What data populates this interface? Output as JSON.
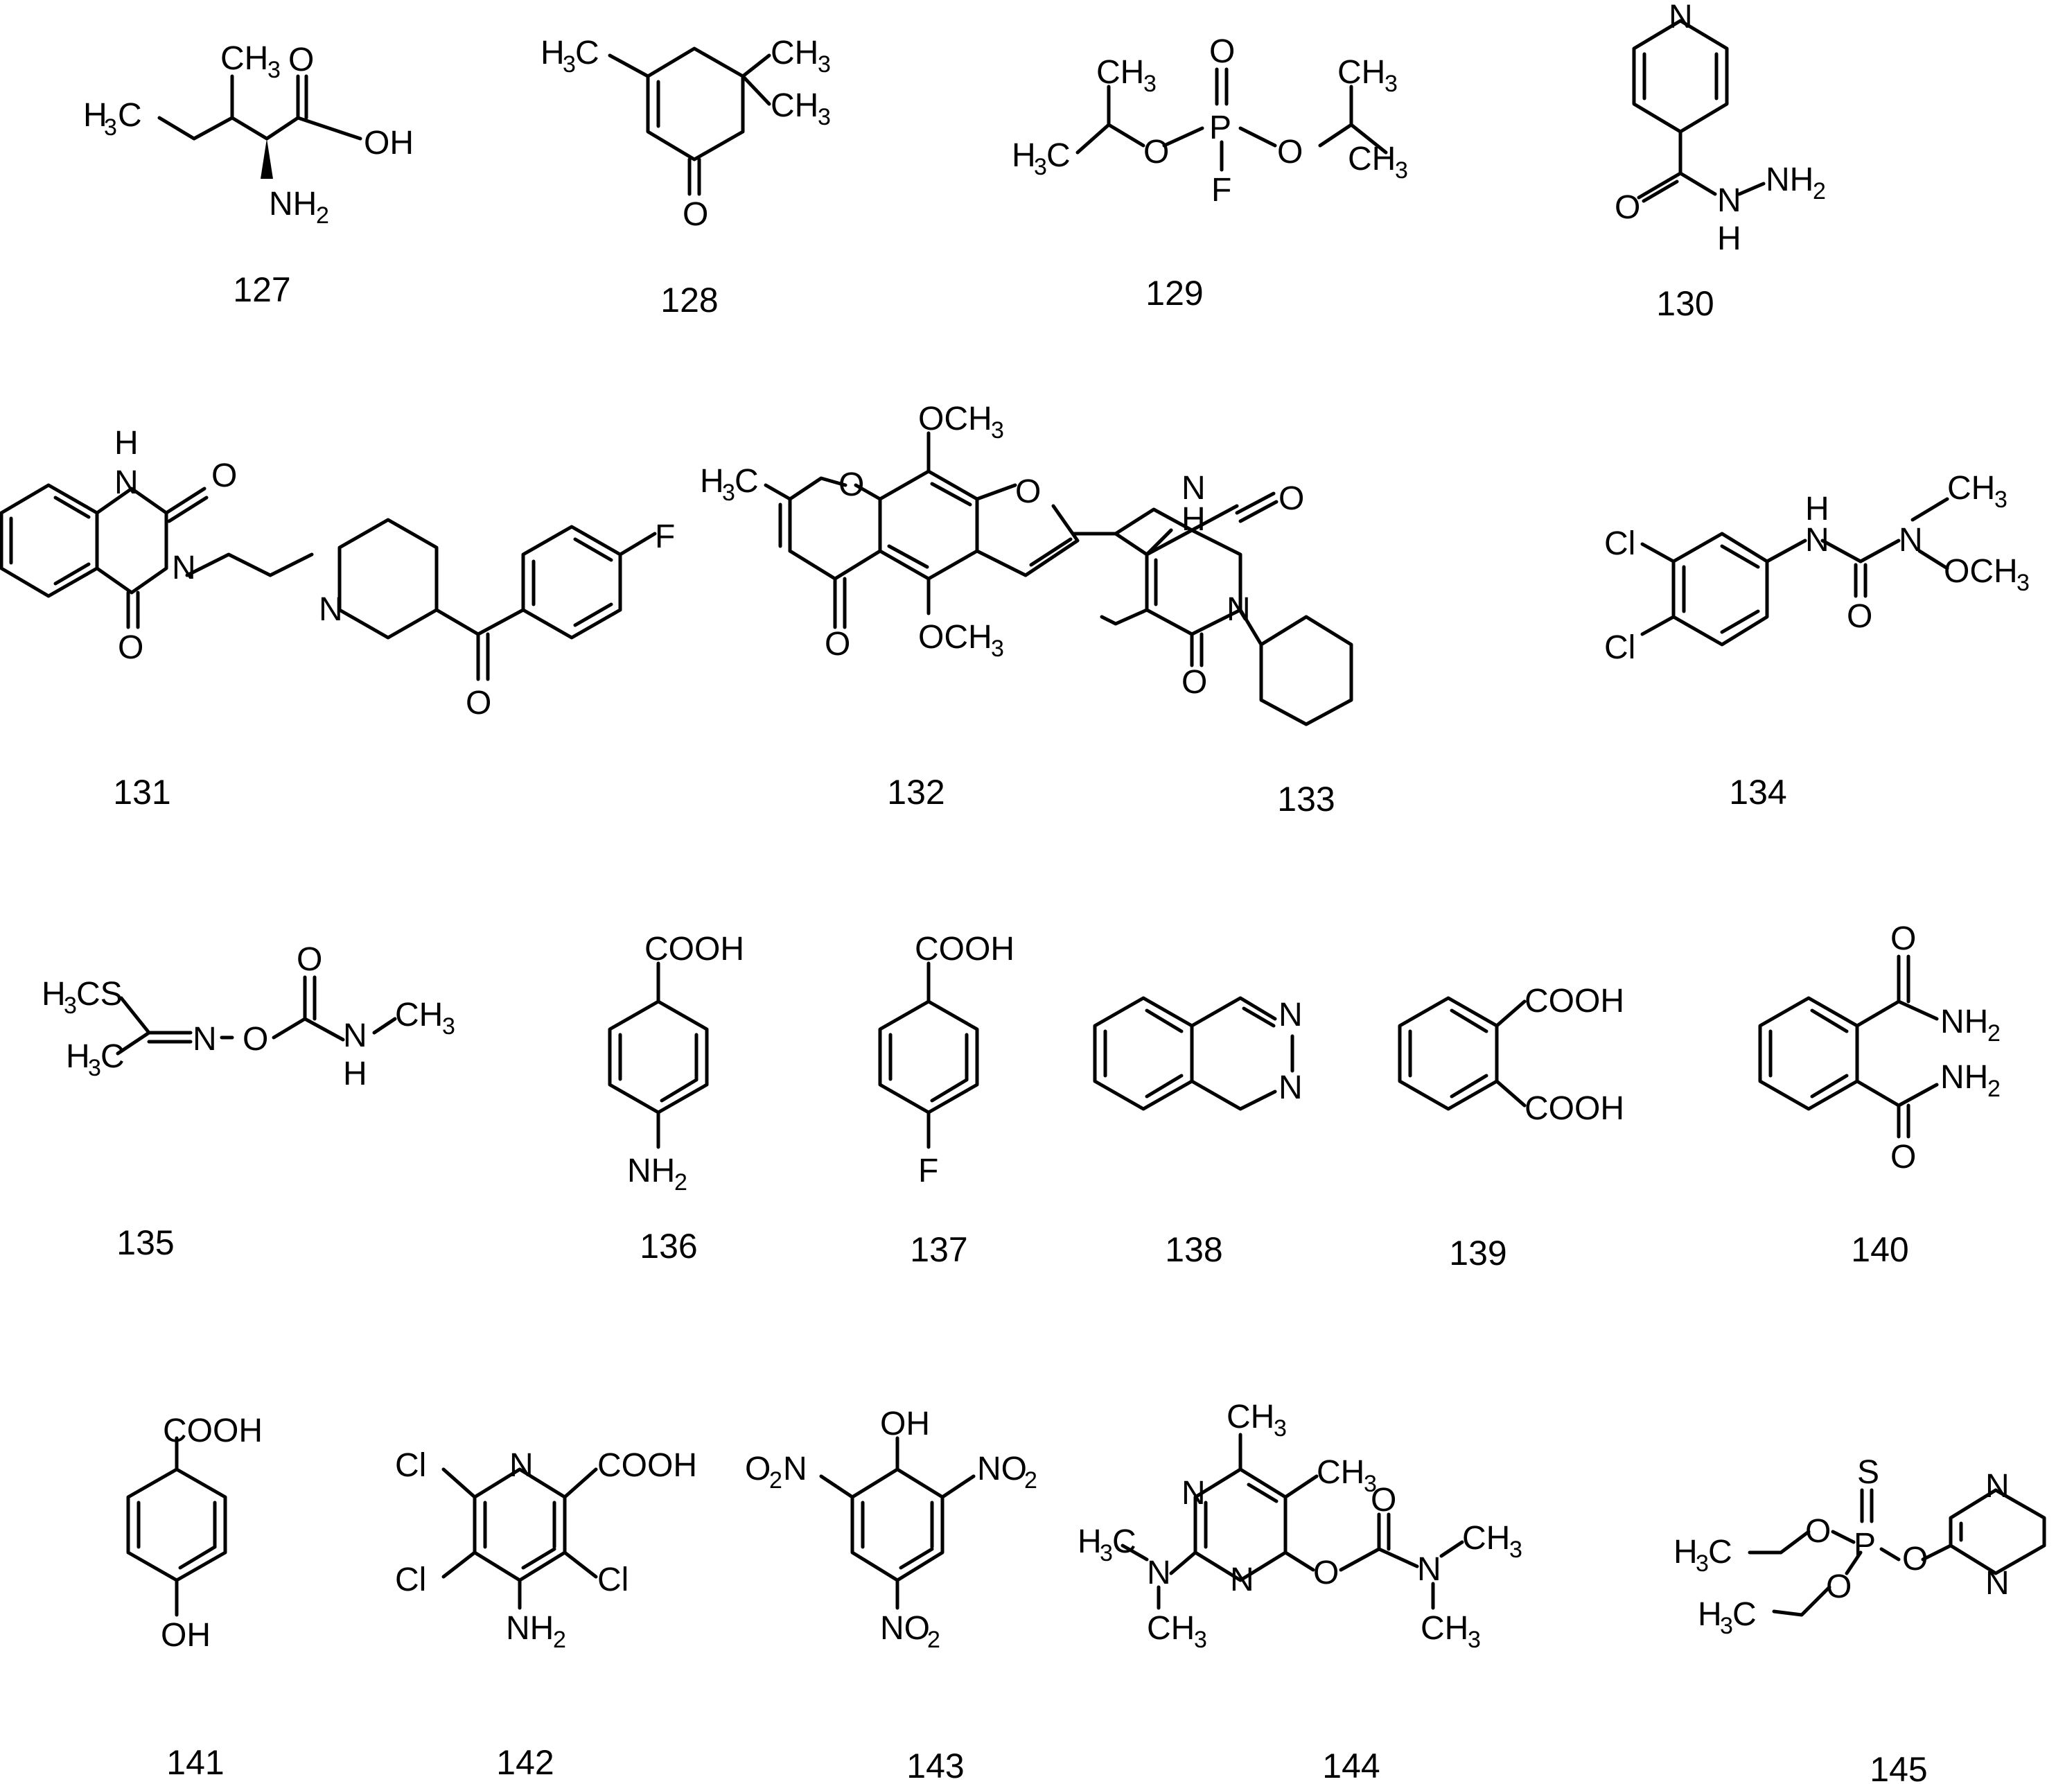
{
  "compounds": [
    {
      "id": "127",
      "label": "127"
    },
    {
      "id": "128",
      "label": "128"
    },
    {
      "id": "129",
      "label": "129"
    },
    {
      "id": "130",
      "label": "130"
    },
    {
      "id": "131",
      "label": "131"
    },
    {
      "id": "132",
      "label": "132"
    },
    {
      "id": "133",
      "label": "133"
    },
    {
      "id": "134",
      "label": "134"
    },
    {
      "id": "135",
      "label": "135"
    },
    {
      "id": "136",
      "label": "136"
    },
    {
      "id": "137",
      "label": "137"
    },
    {
      "id": "138",
      "label": "138"
    },
    {
      "id": "139",
      "label": "139"
    },
    {
      "id": "140",
      "label": "140"
    },
    {
      "id": "141",
      "label": "141"
    },
    {
      "id": "142",
      "label": "142"
    },
    {
      "id": "143",
      "label": "143"
    },
    {
      "id": "144",
      "label": "144"
    },
    {
      "id": "145",
      "label": "145"
    }
  ]
}
